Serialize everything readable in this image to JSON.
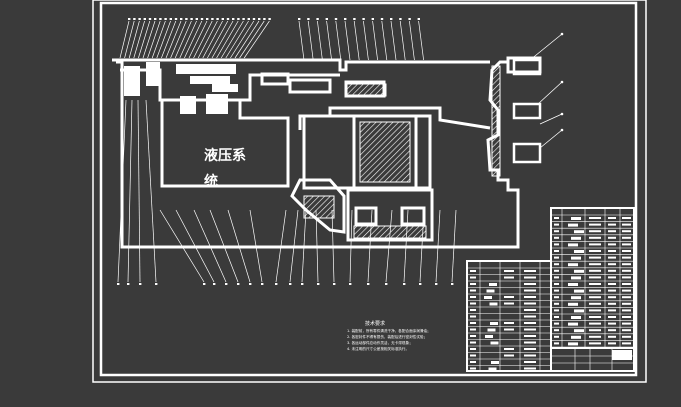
{
  "drawing": {
    "colors": {
      "background": "#3a3a3a",
      "line": "#ffffff"
    },
    "hydraulic_label_line1": "液压系",
    "hydraulic_label_line2": "统",
    "technical_requirements": {
      "heading": "技术要求",
      "items": [
        "1. 装配前，所有零件清洗干净，各配合面涂润滑油；",
        "2. 各密封件不得有损伤，装配后进行密封性试验；",
        "3. 各运动部件应动作灵活，无卡滞现象；",
        "4. 未注明的尺寸公差按相关标准执行。"
      ]
    }
  }
}
